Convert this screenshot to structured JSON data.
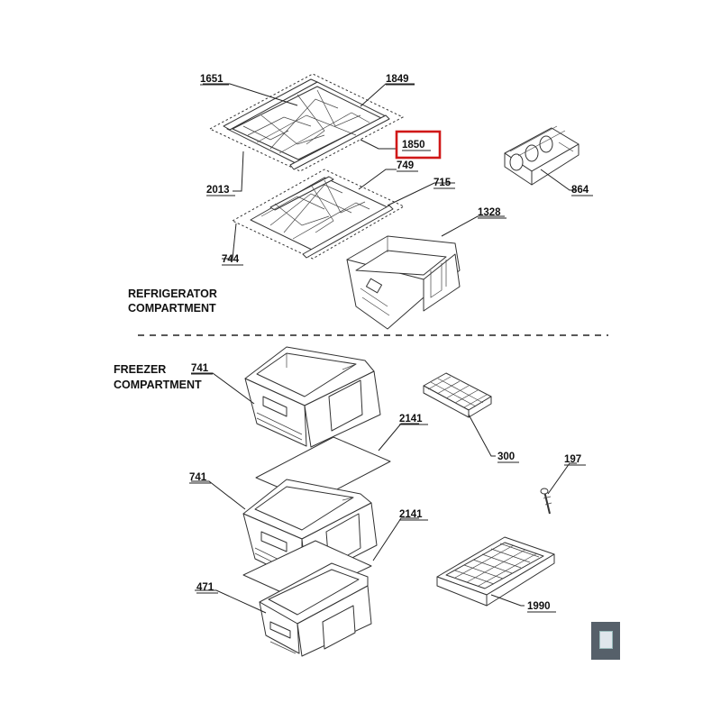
{
  "labels": {
    "p1651": "1651",
    "p1849": "1849",
    "p1850": "1850",
    "p2013": "2013",
    "p749": "749",
    "p715": "715",
    "p744": "744",
    "p864": "864",
    "p1328": "1328",
    "p741a": "741",
    "p741b": "741",
    "p2141a": "2141",
    "p2141b": "2141",
    "p300": "300",
    "p197": "197",
    "p471": "471",
    "p1990": "1990"
  },
  "sections": {
    "refrigerator_line1": "REFRIGERATOR",
    "refrigerator_line2": "COMPARTMENT",
    "freezer_line1": "FREEZER",
    "freezer_line2": "COMPARTMENT"
  },
  "highlight": {
    "part": "1850",
    "color": "#d01818"
  },
  "icons": {
    "corner_widget": "panel-icon"
  }
}
